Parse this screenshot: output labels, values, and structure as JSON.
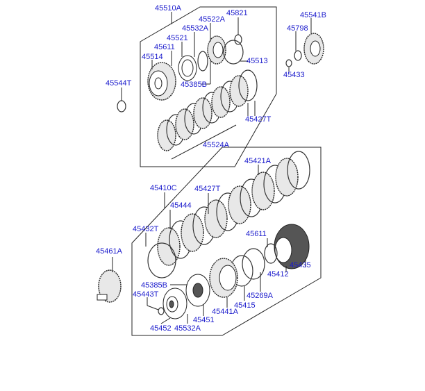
{
  "diagram": {
    "title": "Transmission clutch assembly exploded view",
    "label_color": "#1a1acc",
    "line_color": "#222222",
    "labels": {
      "p45510A": "45510A",
      "p45821": "45821",
      "p45522A": "45522A",
      "p45532A_top": "45532A",
      "p45521": "45521",
      "p45611_top": "45611",
      "p45514": "45514",
      "p45513": "45513",
      "p45385B_top": "45385B",
      "p45541B": "45541B",
      "p45798": "45798",
      "p45433": "45433",
      "p45544T": "45544T",
      "p45427T_top": "45427T",
      "p45524A": "45524A",
      "p45421A": "45421A",
      "p45410C": "45410C",
      "p45427T_mid": "45427T",
      "p45444": "45444",
      "p45432T": "45432T",
      "p45611_mid": "45611",
      "p45435": "45435",
      "p45412": "45412",
      "p45461A": "45461A",
      "p45385B_bot": "45385B",
      "p45443T": "45443T",
      "p45269A": "45269A",
      "p45415": "45415",
      "p45441A": "45441A",
      "p45451": "45451",
      "p45452": "45452",
      "p45532A_bot": "45532A"
    }
  }
}
